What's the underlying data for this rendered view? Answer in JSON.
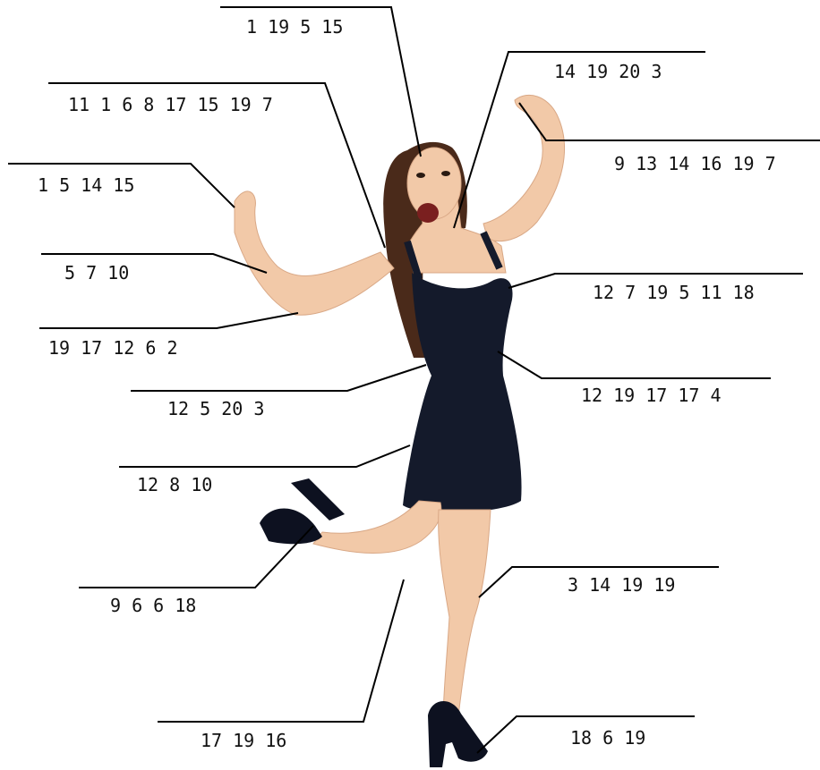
{
  "labels": [
    {
      "id": "l01",
      "text": "1 19 5 15"
    },
    {
      "id": "l02",
      "text": "14 19 20 3"
    },
    {
      "id": "l03",
      "text": "11 1 6 8 17 15 19 7"
    },
    {
      "id": "l04",
      "text": "9 13 14 16 19 7"
    },
    {
      "id": "l05",
      "text": "1 5 14 15"
    },
    {
      "id": "l06",
      "text": "5 7 10"
    },
    {
      "id": "l07",
      "text": "12 7 19 5 11 18"
    },
    {
      "id": "l08",
      "text": "19 17 12 6 2"
    },
    {
      "id": "l09",
      "text": "12 19 17 17 4"
    },
    {
      "id": "l10",
      "text": "12 5 20 3"
    },
    {
      "id": "l11",
      "text": "12 8 10"
    },
    {
      "id": "l12",
      "text": "9 6 6 18"
    },
    {
      "id": "l13",
      "text": "3 14 19 19"
    },
    {
      "id": "l14",
      "text": "17 19 16"
    },
    {
      "id": "l15",
      "text": "18 6 19"
    }
  ],
  "colors": {
    "dress": "#141a2b",
    "skin": "#f2c9a8",
    "hair": "#4a2a1a",
    "leader": "#000000",
    "label_text": "#111111"
  }
}
